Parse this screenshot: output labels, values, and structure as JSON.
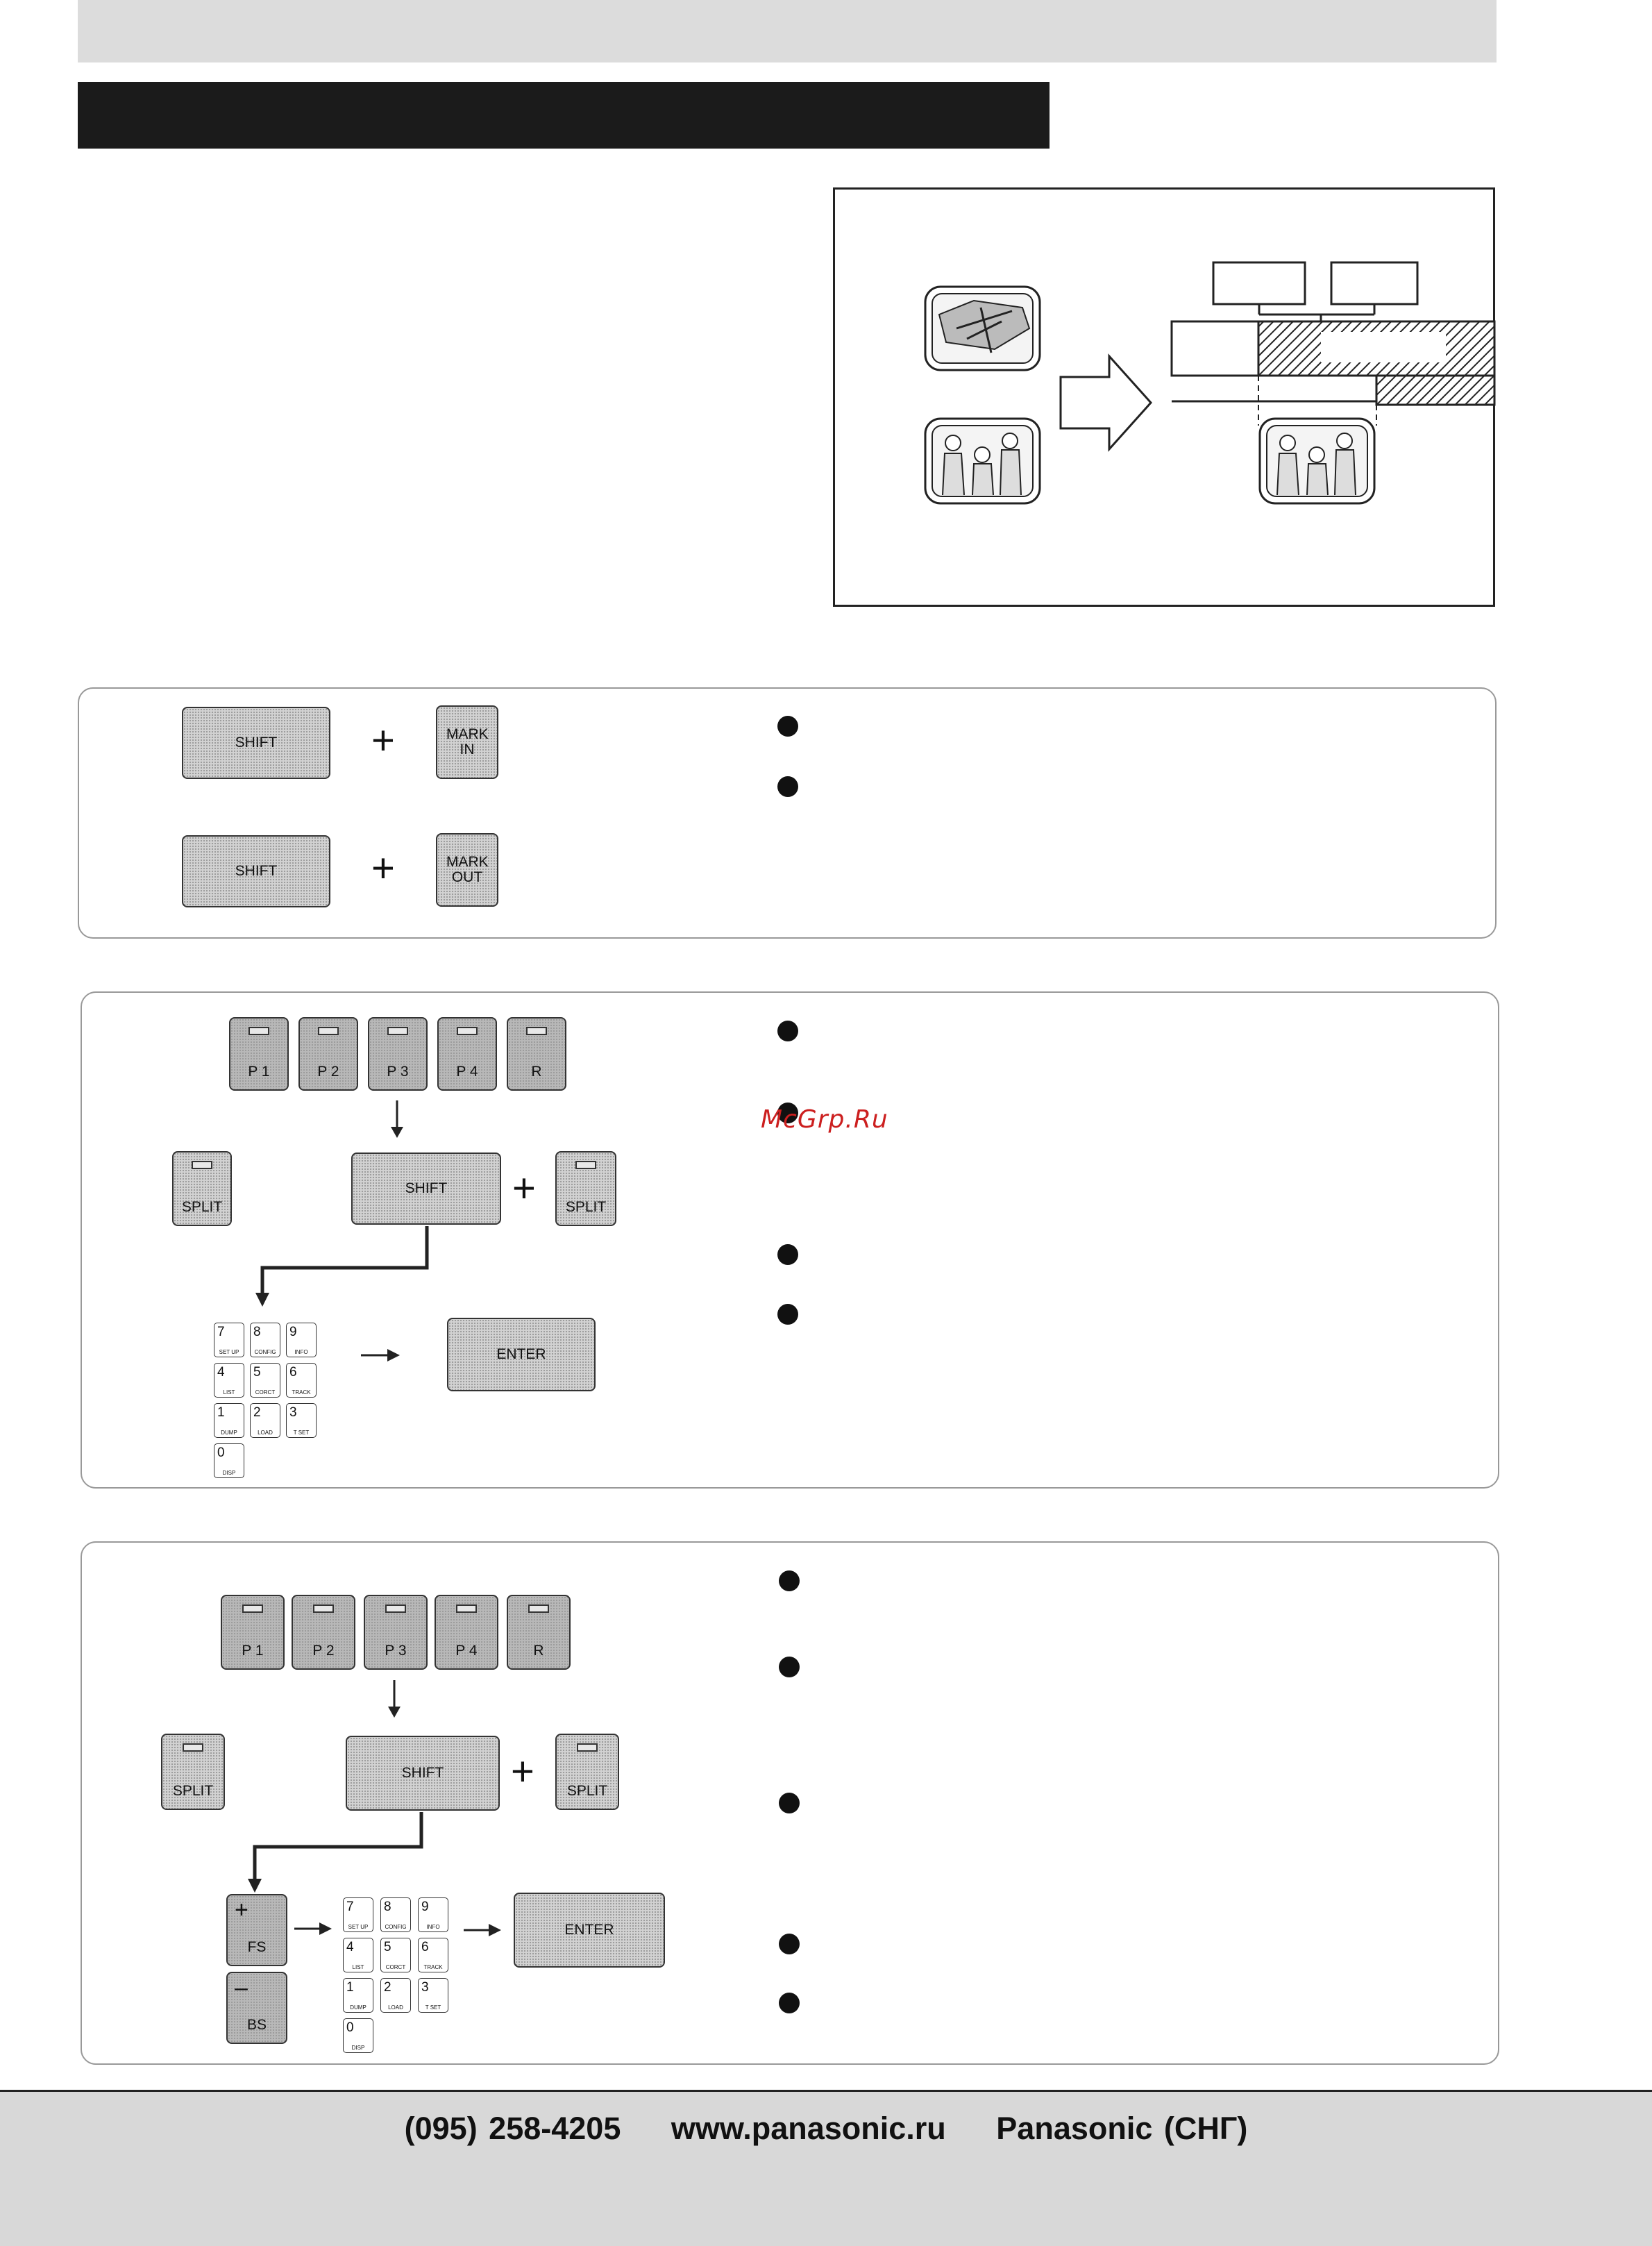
{
  "header": {
    "top_band": "",
    "title": ""
  },
  "watermark": "McGrp.Ru",
  "footer": {
    "phone": "(095) 258-4205",
    "website": "www.panasonic.ru",
    "brand": "Panasonic (СНГ)"
  },
  "keys": {
    "shift": "SHIFT",
    "mark_in": "MARK IN",
    "mark_out": "MARK OUT",
    "split": "SPLIT",
    "enter": "ENTER",
    "players": [
      "P 1",
      "P 2",
      "P 3",
      "P 4",
      "R"
    ],
    "fs": "FS",
    "bs": "BS",
    "fs_sign": "+",
    "bs_sign": "–"
  },
  "plus_sign": "+",
  "keypad": [
    {
      "digit": "7",
      "sub": "SET UP"
    },
    {
      "digit": "8",
      "sub": "CONFIG"
    },
    {
      "digit": "9",
      "sub": "INFO"
    },
    {
      "digit": "4",
      "sub": "LIST"
    },
    {
      "digit": "5",
      "sub": "CORCT"
    },
    {
      "digit": "6",
      "sub": "TRACK"
    },
    {
      "digit": "1",
      "sub": "DUMP"
    },
    {
      "digit": "2",
      "sub": "LOAD"
    },
    {
      "digit": "3",
      "sub": "T SET"
    },
    {
      "digit": "0",
      "sub": "DISP"
    }
  ]
}
